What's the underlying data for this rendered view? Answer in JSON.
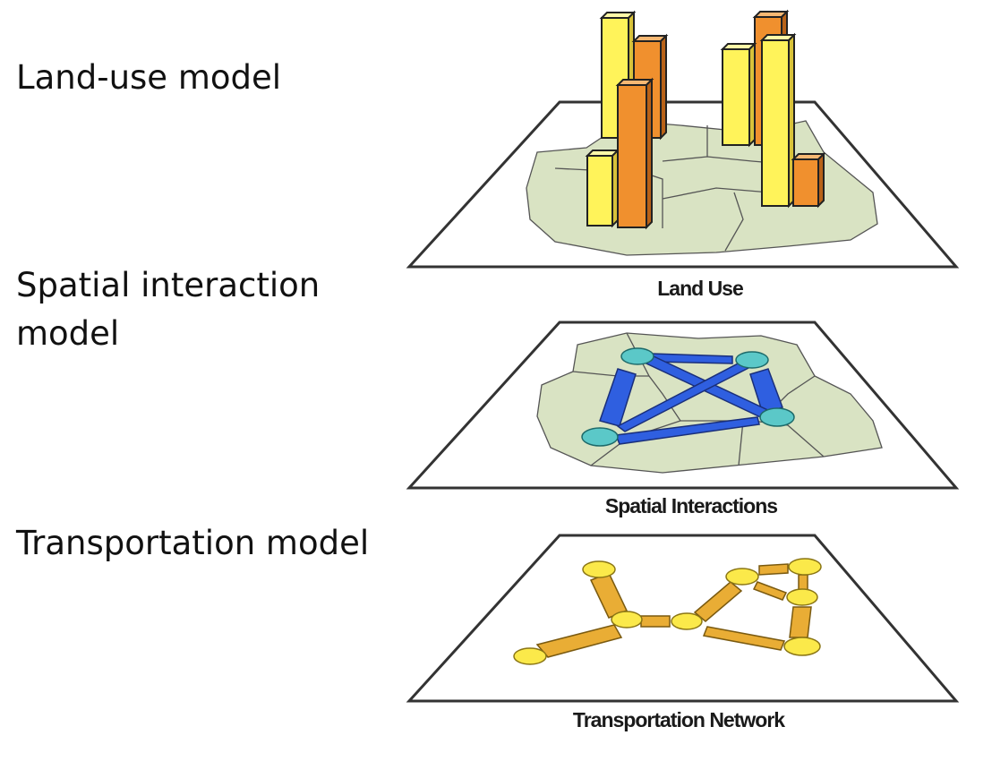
{
  "models": {
    "land_use": "Land-use model",
    "spatial_interaction": "Spatial interaction\nmodel",
    "transportation": "Transportation model"
  },
  "layers": {
    "land_use": "Land Use",
    "spatial_interactions": "Spatial Interactions",
    "transportation_network": "Transportation Network"
  },
  "colors": {
    "zone_fill": "#d9e3c3",
    "bar_yellow": "#fff35a",
    "bar_orange": "#f0902e",
    "node_cyan": "#5bc8c8",
    "link_blue": "#2f5fe0",
    "network_yellow": "#f2cf3c"
  }
}
